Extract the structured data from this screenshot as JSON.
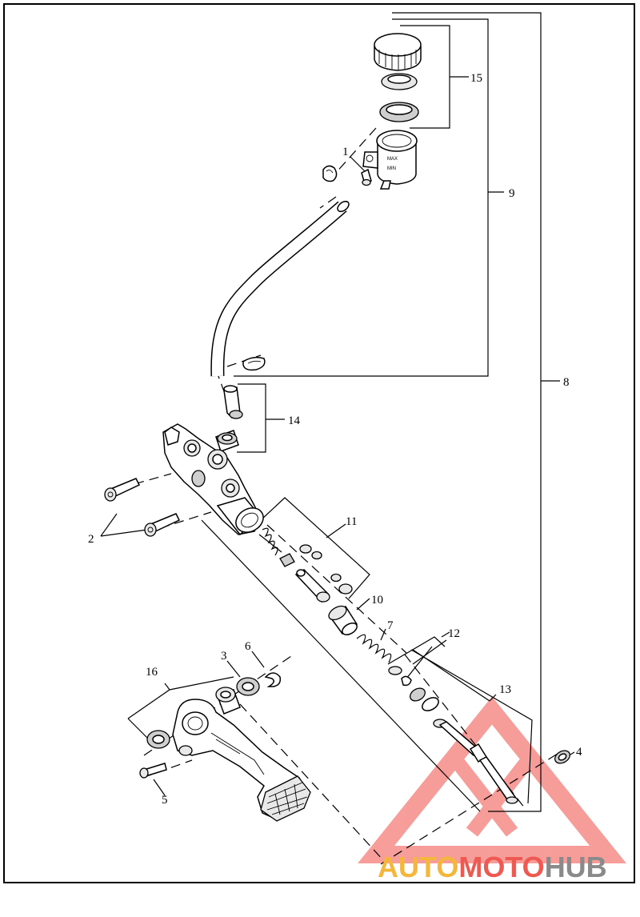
{
  "callouts": {
    "c1": "1",
    "c2": "2",
    "c3": "3",
    "c4": "4",
    "c5": "5",
    "c6": "6",
    "c7": "7",
    "c8": "8",
    "c9": "9",
    "c10": "10",
    "c11": "11",
    "c12": "12",
    "c13": "13",
    "c14": "14",
    "c15": "15",
    "c16": "16"
  },
  "reservoir_marks": {
    "max": "MAX",
    "min": "MIN"
  },
  "watermark": {
    "part1": "AUTO",
    "part2": "MOTO",
    "part3": "HUB",
    "color_auto": "#f5b63c",
    "color_moto": "#ee5a52",
    "color_hub": "#8a8a8a",
    "triangle_color": "#ef3b36"
  }
}
